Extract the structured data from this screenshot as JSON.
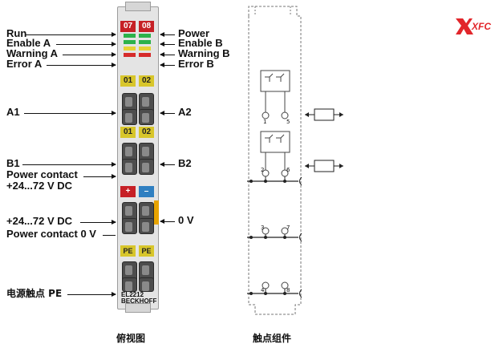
{
  "labels_left": {
    "run": "Run",
    "enable_a": "Enable A",
    "warning_a": "Warning A",
    "error_a": "Error A",
    "a1": "A1",
    "b1": "B1",
    "power_contact": "Power contact",
    "voltage_top": "+24...72 V DC",
    "voltage_mid": "+24...72 V DC",
    "power_contact_0v": "Power contact 0 V",
    "pe_cn": "电源触点 PE"
  },
  "labels_right": {
    "power": "Power",
    "enable_b": "Enable B",
    "warning_b": "Warning B",
    "error_b": "Error B",
    "a2": "A2",
    "b2": "B2",
    "zero_v": "0 V"
  },
  "terminal": {
    "header_top": [
      "07",
      "08"
    ],
    "header_a": [
      "01",
      "02"
    ],
    "header_b": [
      "01",
      "02"
    ],
    "header_power": [
      "+",
      "–"
    ],
    "header_pe": [
      "PE",
      "PE"
    ],
    "model": "EL2212",
    "brand": "BECKHOFF"
  },
  "schematic": {
    "pin_labels": [
      "1",
      "5",
      "2",
      "6",
      "3",
      "7",
      "4",
      "8"
    ]
  },
  "captions": {
    "top_view": "俯视图",
    "contact_assembly": "触点组件"
  },
  "logo": {
    "text": "XFC",
    "color": "#e2262b"
  },
  "colors": {
    "red": "#c62026",
    "yellow": "#d8c62b",
    "blue": "#2f7fc1",
    "orange": "#e8a400"
  }
}
